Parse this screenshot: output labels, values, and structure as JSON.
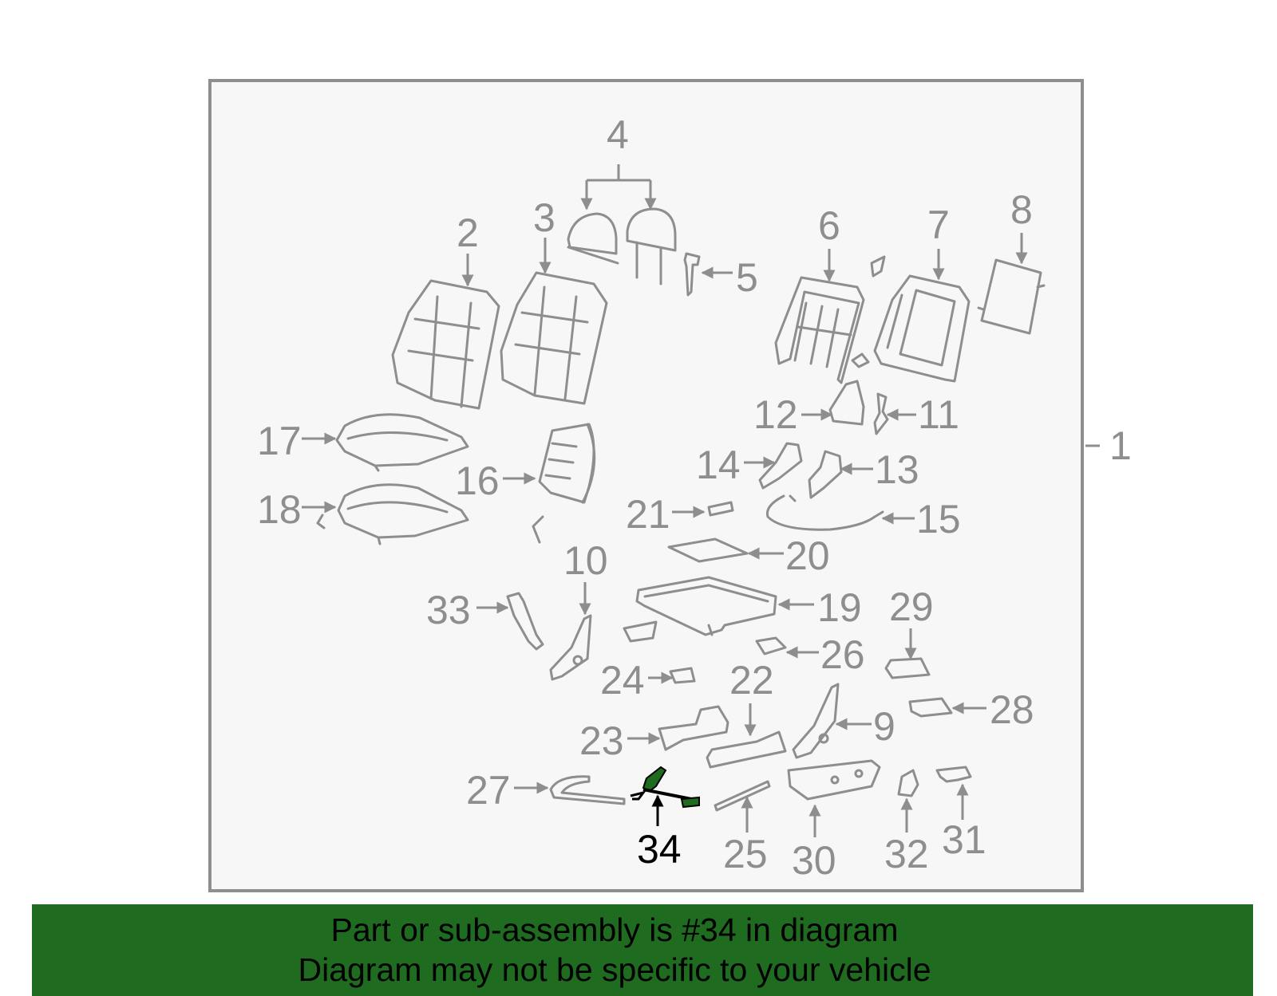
{
  "diagram": {
    "highlighted_part": "34",
    "highlight_color": "#1f6b1f",
    "frame_fill": "#f7f7f7",
    "line_color": "#8e8e8e",
    "callouts": [
      "1",
      "2",
      "3",
      "4",
      "5",
      "6",
      "7",
      "8",
      "9",
      "10",
      "11",
      "12",
      "13",
      "14",
      "15",
      "16",
      "17",
      "18",
      "19",
      "20",
      "21",
      "22",
      "23",
      "24",
      "25",
      "26",
      "27",
      "28",
      "29",
      "30",
      "31",
      "32",
      "33",
      "34"
    ]
  },
  "banner": {
    "line1": "Part or sub-assembly is #34 in diagram",
    "line2": "Diagram may not be specific to your vehicle",
    "background": "#1f6b1f"
  }
}
